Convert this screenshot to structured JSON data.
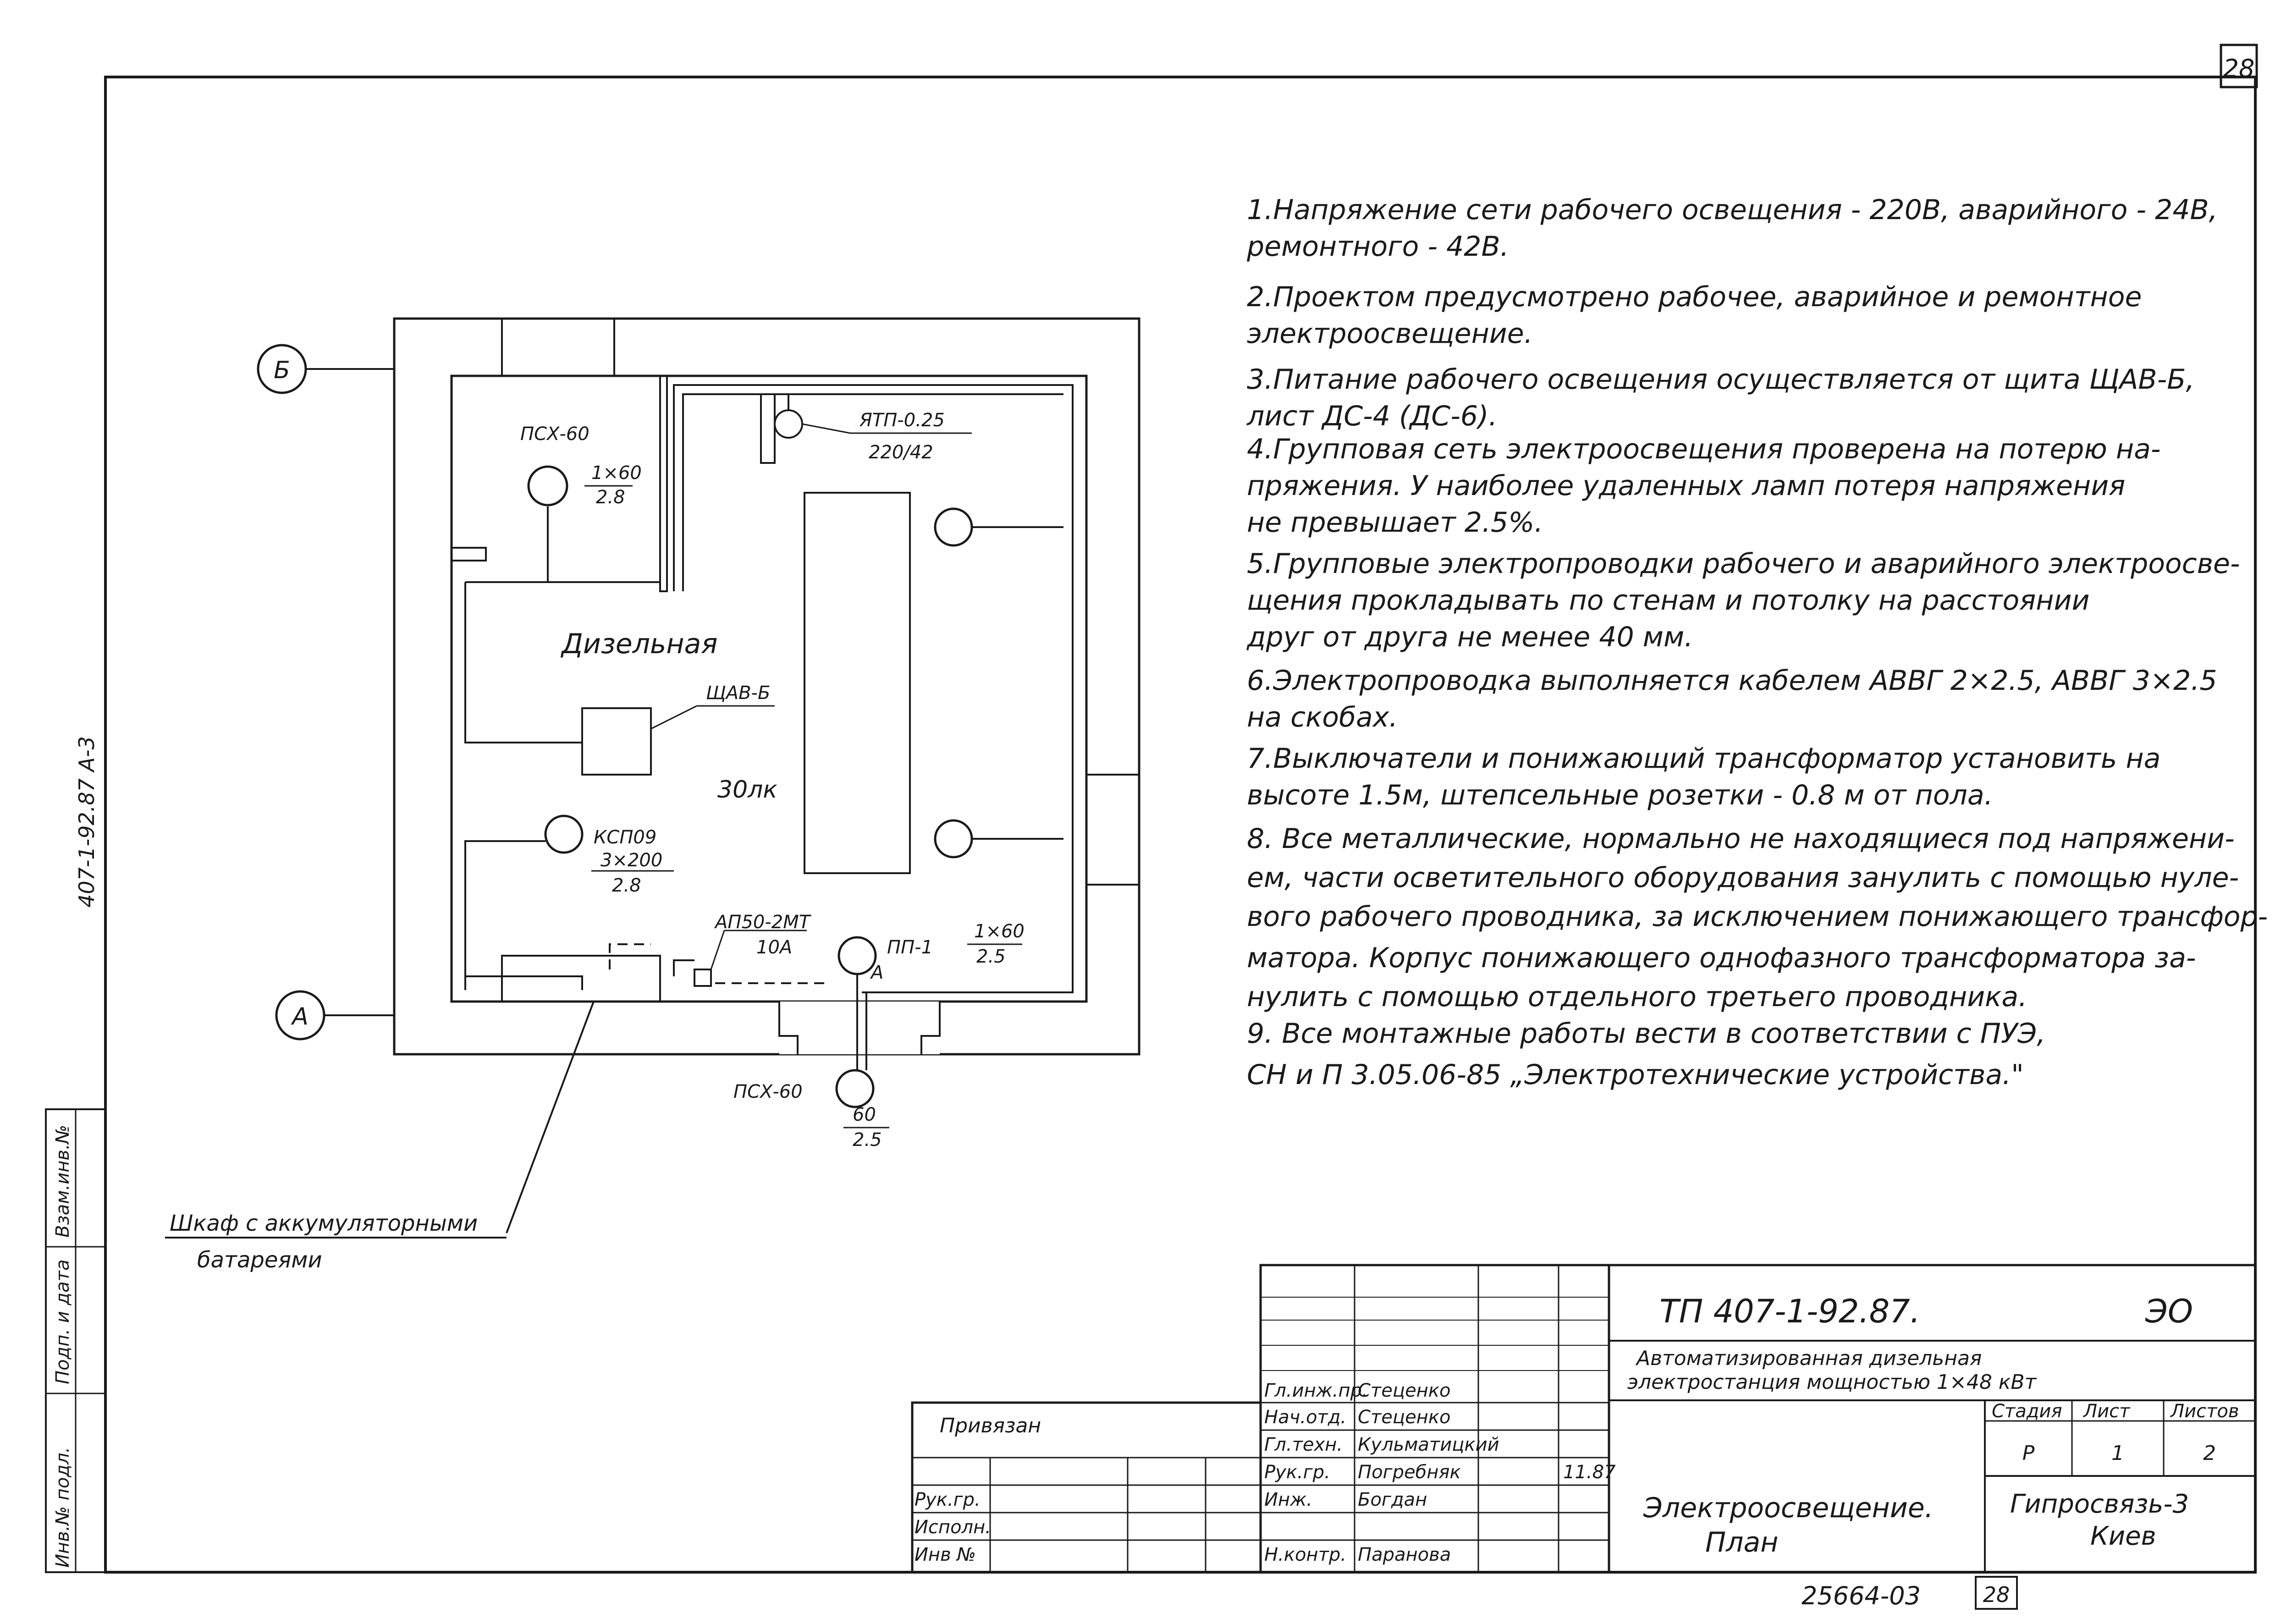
{
  "sheet_number_corner": "28",
  "margin_code": "407-1-92.87 А-3",
  "axes": {
    "b": "Б",
    "a": "А"
  },
  "room_name": "Дизельная",
  "illuminance": "30лк",
  "panel_label": "ЩАВ-Б",
  "transformer": {
    "type": "ЯТП-0.25",
    "ratio": "220/42"
  },
  "fixtures": {
    "psx60_top": {
      "type": "ПСХ-60",
      "top": "1×60",
      "bottom": "2.8"
    },
    "ksp": {
      "type": "КСП09",
      "top": "3×200",
      "bottom": "2.8"
    },
    "pp1": {
      "type": "ПП-1",
      "marker": "А",
      "top": "1×60",
      "bottom": "2.5"
    },
    "psx60_bottom": {
      "type": "ПСХ-60",
      "top": "60",
      "bottom": "2.5"
    }
  },
  "switch_box": {
    "type": "АП50-2МТ",
    "current": "10А"
  },
  "battery_callout": {
    "line1": "Шкаф с аккумуляторными",
    "line2": "батареями"
  },
  "notes": [
    "1.Напряжение сети рабочего освещения - 220В, аварийного - 24В,",
    "ремонтного - 42В.",
    "2.Проектом предусмотрено рабочее, аварийное и ремонтное",
    "электроосвещение.",
    "3.Питание рабочего освещения осуществляется от щита ЩАВ-Б,",
    "лист ДС-4 (ДС-6).",
    "4.Групповая сеть электроосвещения проверена на потерю на-",
    "пряжения. У наиболее удаленных ламп потеря напряжения",
    "не превышает 2.5%.",
    "5.Групповые электропроводки рабочего и аварийного электроосве-",
    "щения прокладывать по стенам и потолку на расстоянии",
    "друг от друга не менее 40 мм.",
    "6.Электропроводка выполняется кабелем АВВГ 2×2.5, АВВГ 3×2.5",
    "на скобах.",
    "7.Выключатели и понижающий трансформатор установить на",
    "высоте 1.5м, штепсельные розетки - 0.8 м от пола.",
    "8. Все металлические, нормально не находящиеся под напряжени-",
    "ем, части осветительного оборудования занулить с помощью нуле-",
    "вого рабочего проводника, за исключением понижающего трансфор-",
    "матора. Корпус понижающего однофазного трансформатора за-",
    "нулить с помощью отдельного третьего проводника.",
    "9. Все монтажные работы вести в соответствии с ПУЭ,",
    "СН и П 3.05.06-85 „Электротехнические устройства.\""
  ],
  "side_stamp": [
    "Инв.№ подл.",
    "Подп. и дата",
    "Взам.инв.№"
  ],
  "title_block": {
    "doc_code": "ТП 407-1-92.87.",
    "sheet_mark": "ЭО",
    "title_line1": "Автоматизированная дизельная",
    "title_line2": "электростанция мощностью 1×48 кВт",
    "stage_hdr": "Стадия",
    "sheet_hdr": "Лист",
    "sheets_hdr": "Листов",
    "stage": "Р",
    "sheet": "1",
    "sheets": "2",
    "drawing_line1": "Электроосвещение.",
    "drawing_line2": "План",
    "org_line1": "Гипросвязь-3",
    "org_line2": "Киев",
    "bound": "Привязан",
    "roles": [
      "Гл.инж.пр.",
      "Нач.отд.",
      "Гл.техн.",
      "Рук.гр.",
      "Инж.",
      "Н.контр."
    ],
    "names": [
      "Стеценко",
      "Стеценко",
      "Кульматицкий",
      "Погребняк",
      "Богдан",
      "Паранова"
    ],
    "left_roles": [
      "Рук.гр.",
      "Исполн.",
      "Инв №"
    ],
    "date": "11.87",
    "footer_number": "25664-03",
    "footer_sheet": "28"
  }
}
